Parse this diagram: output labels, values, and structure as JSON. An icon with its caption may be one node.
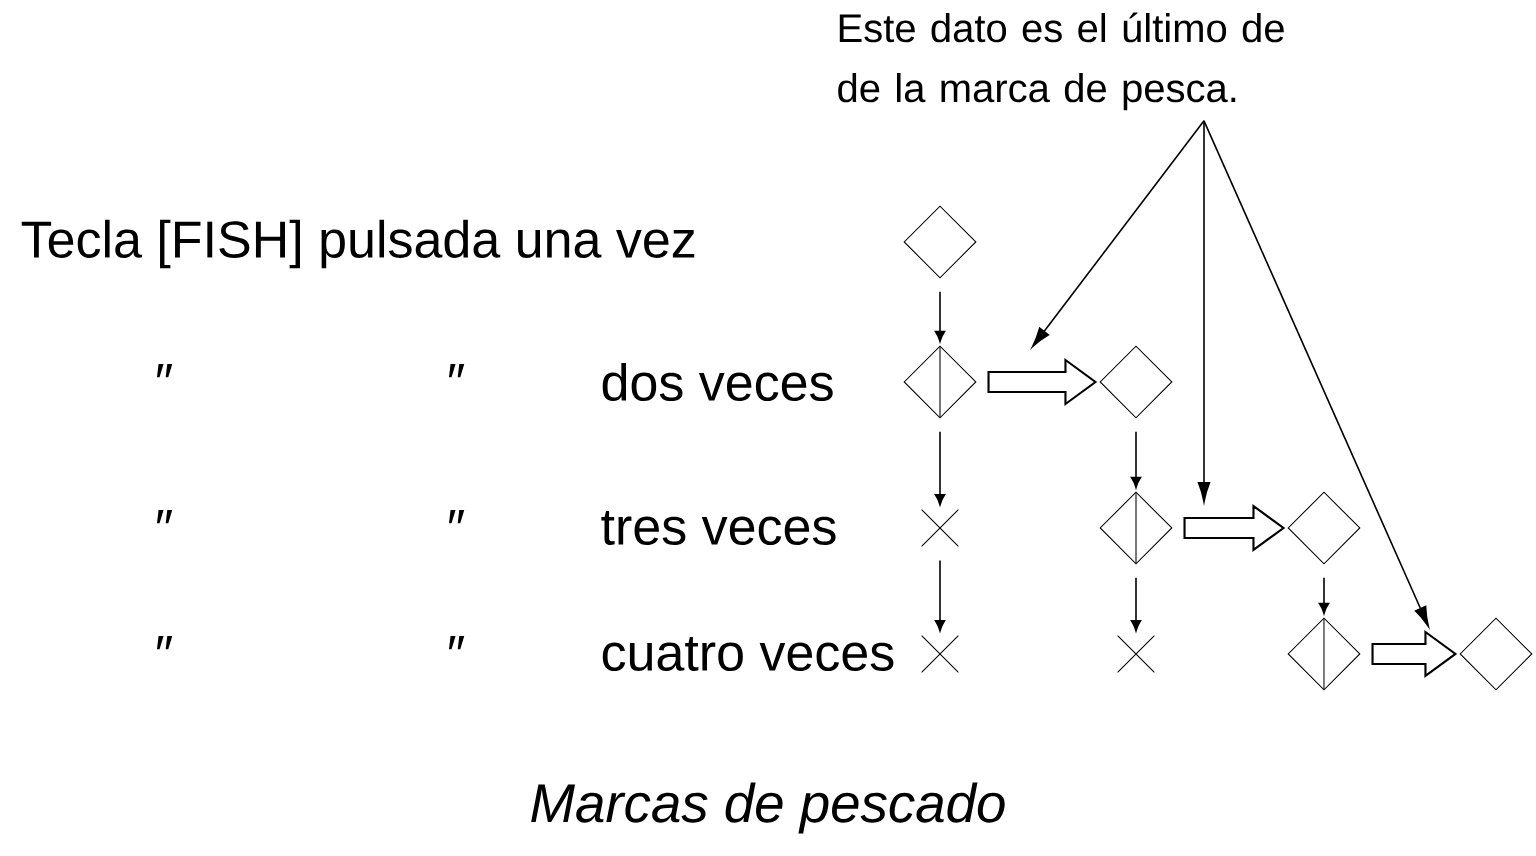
{
  "diagram": {
    "caption": "Marcas de pescado",
    "nodes": [
      {
        "text": [
          "Este dato es el último de de la marca de pesca."
        ]
      },
      {
        "text": [],
        "shape": "diamond"
      },
      {
        "text": [],
        "shape": "split-diamond"
      },
      {
        "text": [],
        "shape": "diamond"
      },
      {
        "text": [],
        "shape": "cross"
      },
      {
        "text": [],
        "shape": "split-diamond"
      },
      {
        "text": [],
        "shape": "diamond"
      },
      {
        "text": [],
        "shape": "cross"
      },
      {
        "text": [],
        "shape": "cross"
      },
      {
        "text": [],
        "shape": "split-diamond"
      },
      {
        "text": [],
        "shape": "diamond"
      }
    ],
    "edges": [
      {
        "from": 1,
        "to": 2,
        "arrow": "to"
      },
      {
        "from": 2,
        "to": 3,
        "arrow": "to",
        "style": "thick"
      },
      {
        "from": 2,
        "to": 4,
        "arrow": "to"
      },
      {
        "from": 3,
        "to": 5,
        "arrow": "to"
      },
      {
        "from": 5,
        "to": 6,
        "arrow": "to",
        "style": "thick"
      },
      {
        "from": 4,
        "to": 7,
        "arrow": "to"
      },
      {
        "from": 5,
        "to": 8,
        "arrow": "to"
      },
      {
        "from": 6,
        "to": 9,
        "arrow": "to"
      },
      {
        "from": 9,
        "to": 10,
        "arrow": "to",
        "style": "thick"
      },
      {
        "from": 0,
        "to": null,
        "arrow": "to"
      },
      {
        "from": 0,
        "to": null,
        "arrow": "to"
      },
      {
        "from": 0,
        "to": null,
        "arrow": "to"
      }
    ],
    "labels": [
      "Tecla [FISH] pulsada una vez",
      "″",
      "″",
      "dos veces",
      "″",
      "″",
      "tres veces",
      "″",
      "″",
      "cuatro veces"
    ]
  }
}
